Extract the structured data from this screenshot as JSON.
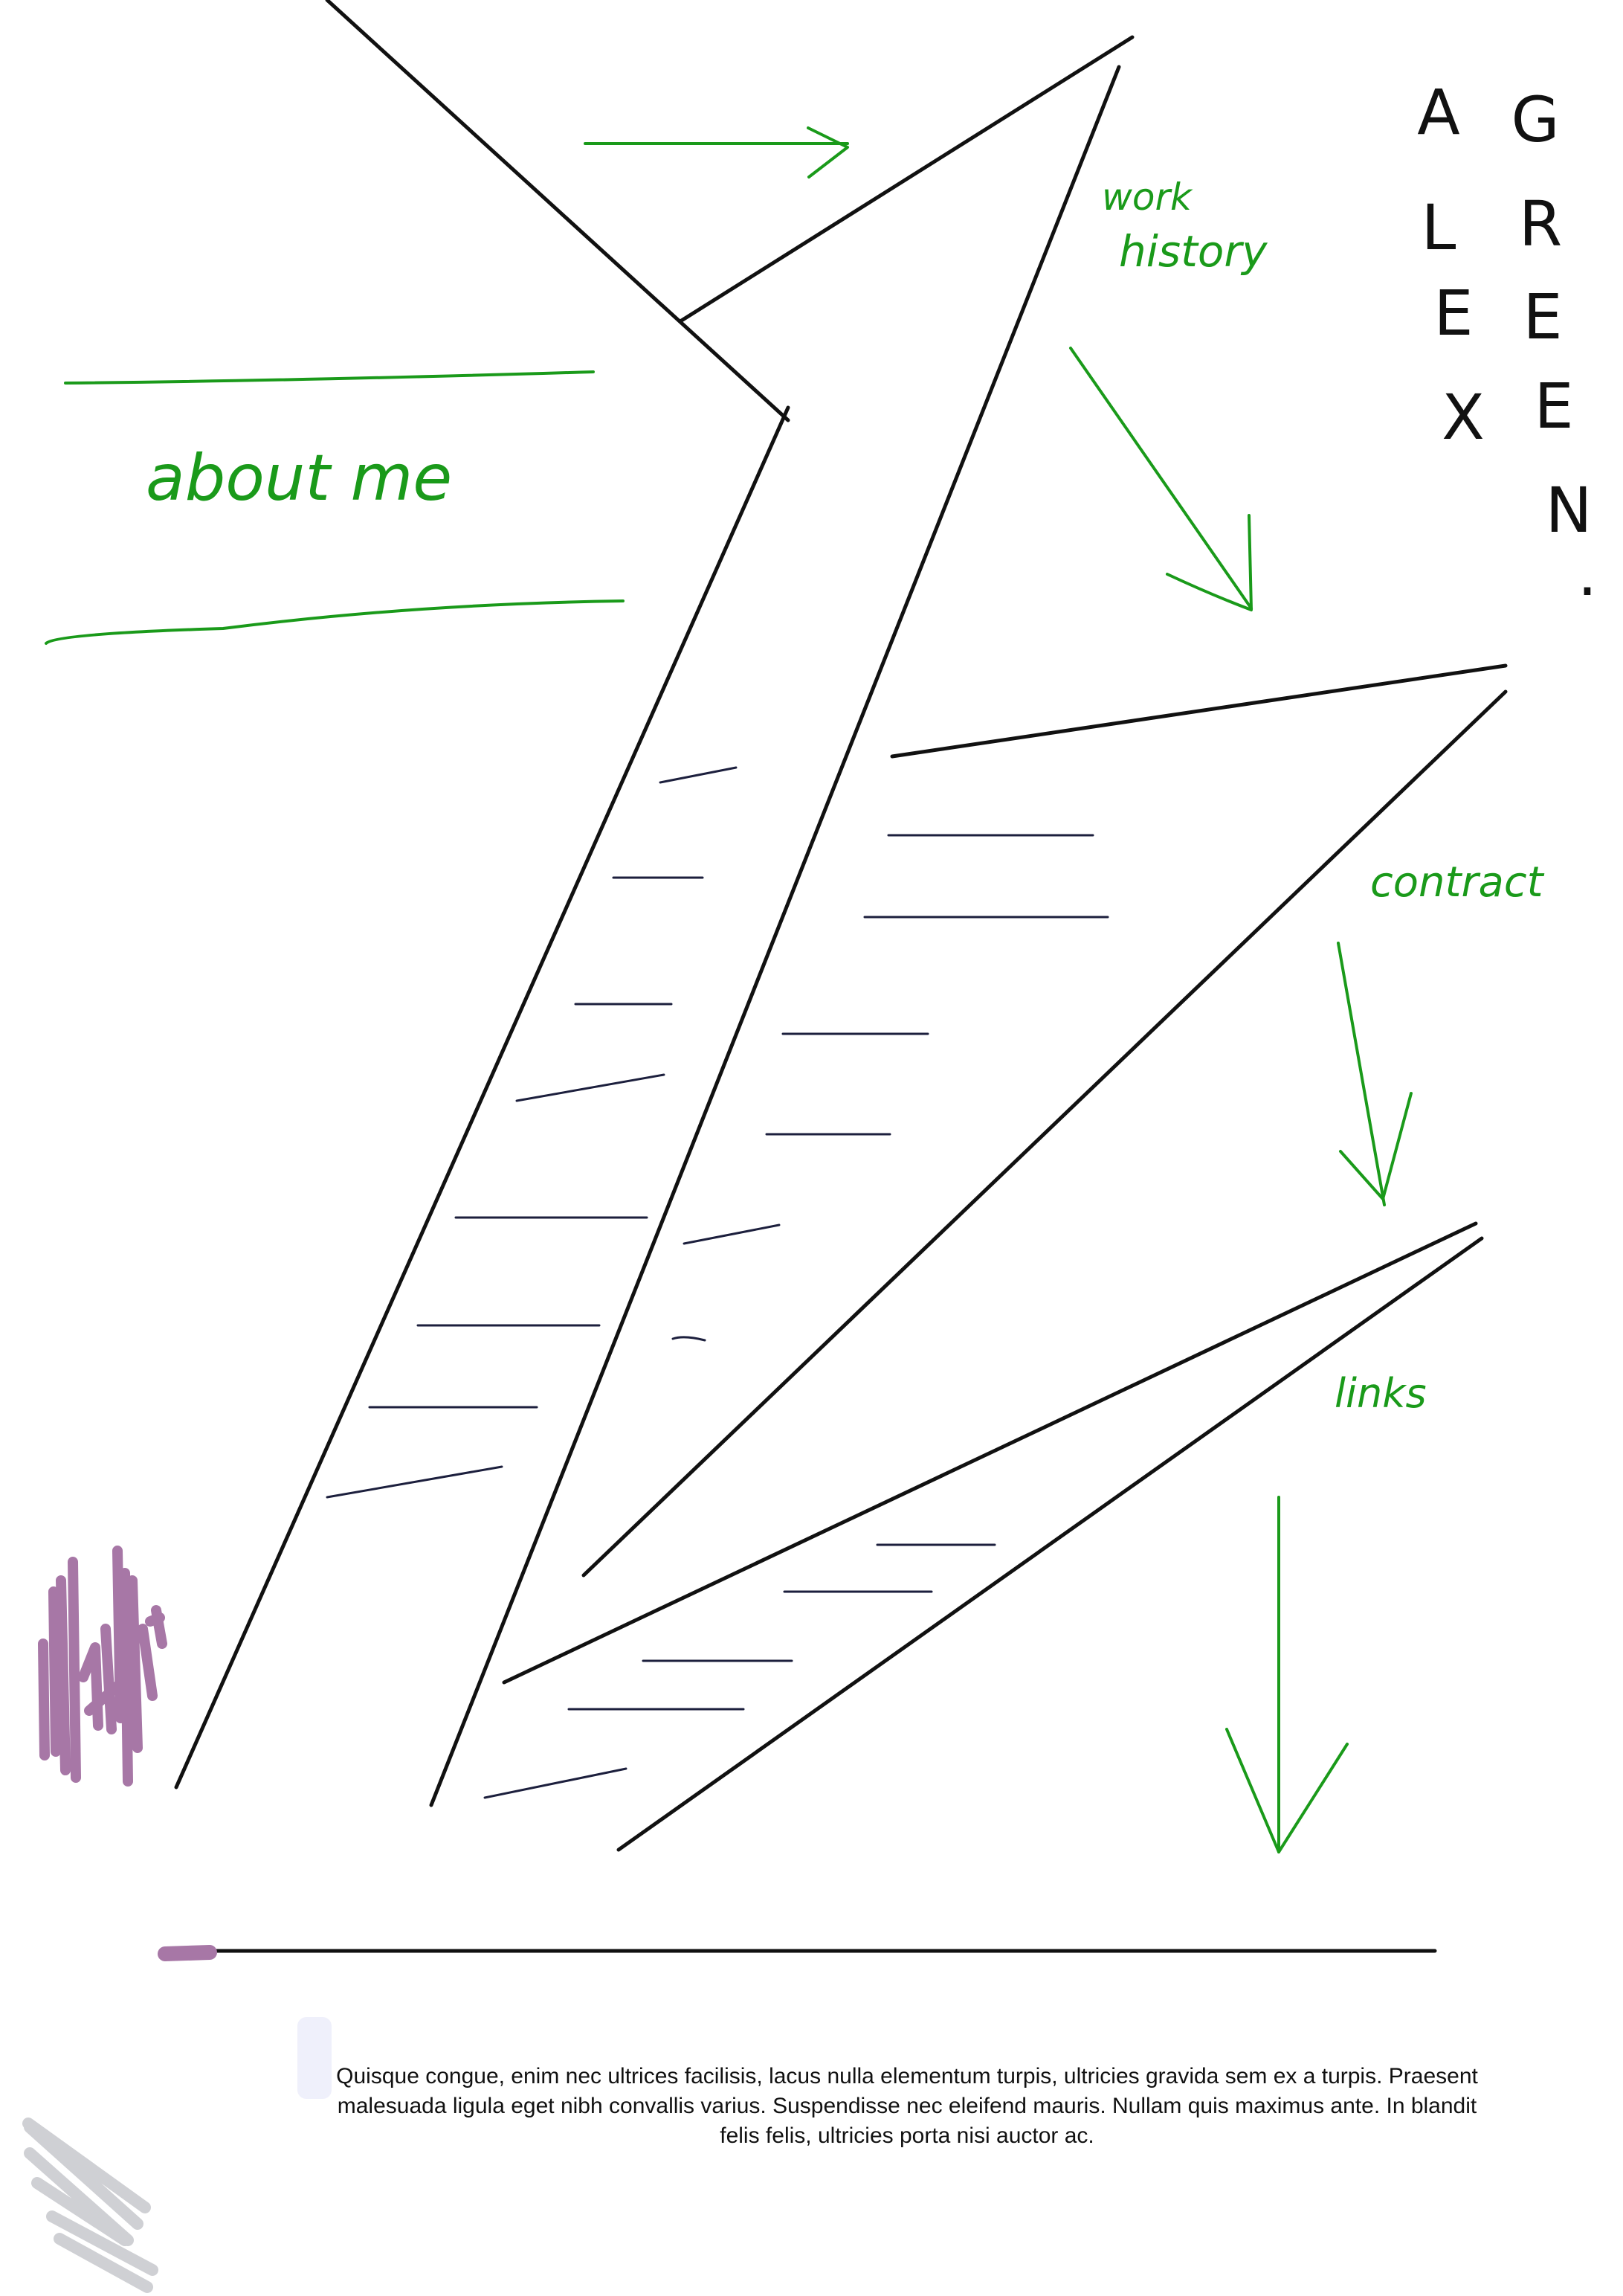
{
  "labels": {
    "about_me": "about me",
    "work_history_line1": "work",
    "work_history_line2": "history",
    "contact": "contract",
    "links": "links"
  },
  "name_letters": {
    "first": [
      "A",
      "L",
      "E",
      "X"
    ],
    "last": [
      "G",
      "R",
      "E",
      "E",
      "N",
      "."
    ]
  },
  "footer": {
    "text": "Quisque congue, enim nec ultrices facilisis, lacus nulla elementum turpis, ultricies gravida sem ex a turpis. Praesent malesuada ligula eget nibh convallis varius. Suspendisse nec eleifend mauris. Nullam quis maximus ante. In blandit felis felis, ultricies porta nisi auctor ac."
  },
  "colors": {
    "ink": "#111111",
    "green": "#1a9a1a",
    "navy": "#1c1f3d",
    "purple": "#a777a6",
    "grey": "#cfd0d4"
  }
}
